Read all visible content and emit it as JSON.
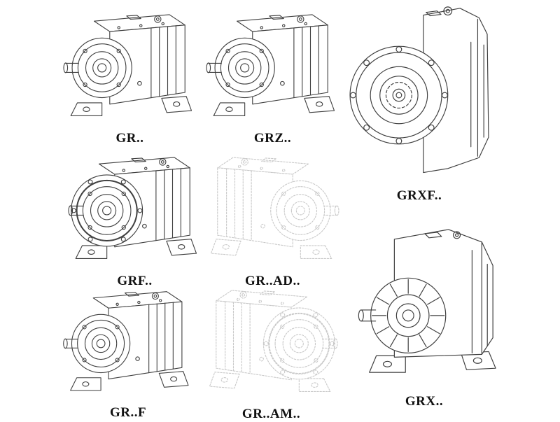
{
  "colors": {
    "background": "#ffffff",
    "line": "#3f3f3f",
    "ghost_line": "#c9c9c9",
    "label_text": "#111111"
  },
  "models": [
    {
      "id": "gr",
      "label": "GR..",
      "style": "solid"
    },
    {
      "id": "grz",
      "label": "GRZ..",
      "style": "solid"
    },
    {
      "id": "grxf",
      "label": "GRXF..",
      "style": "solid"
    },
    {
      "id": "grf",
      "label": "GRF..",
      "style": "solid"
    },
    {
      "id": "gr-ad",
      "label": "GR..AD..",
      "style": "ghost"
    },
    {
      "id": "gr-f",
      "label": "GR..F",
      "style": "solid"
    },
    {
      "id": "gr-am",
      "label": "GR..AM..",
      "style": "ghost"
    },
    {
      "id": "grx",
      "label": "GRX..",
      "style": "solid"
    }
  ]
}
